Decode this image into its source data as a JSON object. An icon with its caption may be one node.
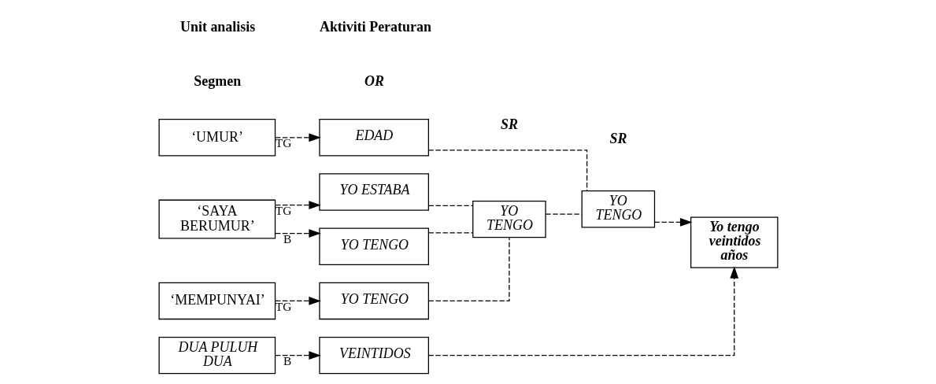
{
  "diagram": {
    "nodes": [
      {
        "text": [
          "‘UMUR’"
        ]
      },
      {
        "text": [
          "‘SAYA BERUMUR’"
        ]
      },
      {
        "text": [
          "‘MEMPUNYAI’"
        ]
      },
      {
        "text": [
          "DUA PULUH DUA"
        ]
      },
      {
        "text": [
          "EDAD"
        ]
      },
      {
        "text": [
          "YO ESTABA"
        ]
      },
      {
        "text": [
          "YO TENGO"
        ]
      },
      {
        "text": [
          "YO TENGO"
        ]
      },
      {
        "text": [
          "VEINTIDOS"
        ]
      },
      {
        "text": [
          "YO TENGO"
        ]
      },
      {
        "text": [
          "YO TENGO"
        ]
      },
      {
        "text": [
          "Yo tengo veintidos años"
        ]
      }
    ],
    "edges": [
      {
        "from": 0,
        "to": 4,
        "arrow": "to",
        "label": "TG",
        "style": "dashed"
      },
      {
        "from": 1,
        "to": 5,
        "arrow": "to",
        "label": "TG",
        "style": "dashed"
      },
      {
        "from": 1,
        "to": 6,
        "arrow": "to",
        "label": "B",
        "style": "dashed"
      },
      {
        "from": 2,
        "to": 7,
        "arrow": "to",
        "label": "TG",
        "style": "dashed"
      },
      {
        "from": 3,
        "to": 8,
        "arrow": "to",
        "label": "B",
        "style": "dashed"
      },
      {
        "from": 5,
        "to": 9,
        "arrow": "none",
        "style": "dashed"
      },
      {
        "from": 6,
        "to": 9,
        "arrow": "none",
        "style": "dashed"
      },
      {
        "from": 7,
        "to": 9,
        "arrow": "none",
        "style": "dashed"
      },
      {
        "from": 4,
        "to": 10,
        "arrow": "none",
        "style": "dashed"
      },
      {
        "from": 9,
        "to": 10,
        "arrow": "none",
        "style": "dashed"
      },
      {
        "from": 10,
        "to": 11,
        "arrow": "to",
        "style": "dashed"
      },
      {
        "from": 8,
        "to": 11,
        "arrow": "to",
        "style": "dashed"
      }
    ],
    "labels": [
      "Unit analisis",
      "Aktiviti Peraturan",
      "Segmen",
      "OR",
      "SR",
      "SR"
    ]
  }
}
